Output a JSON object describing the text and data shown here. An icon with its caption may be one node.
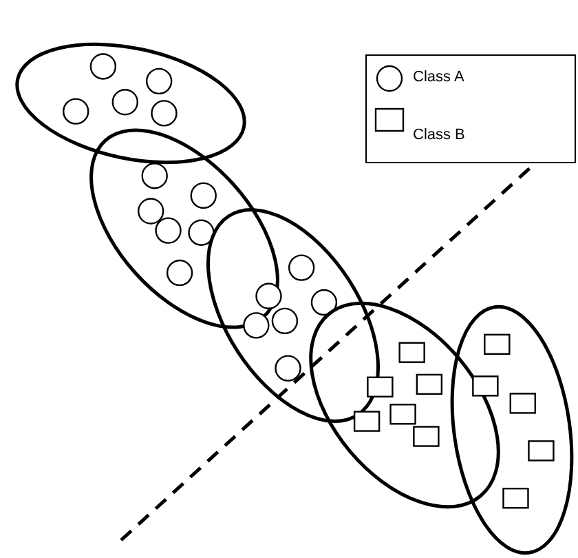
{
  "diagram": {
    "nodes": [
      {
        "text": [],
        "shape": "ellipse"
      },
      {
        "text": [],
        "shape": "circle",
        "in": 0
      },
      {
        "text": [],
        "shape": "circle",
        "in": 0
      },
      {
        "text": [],
        "shape": "circle",
        "in": 0
      },
      {
        "text": [],
        "shape": "circle",
        "in": 0
      },
      {
        "text": [],
        "shape": "circle",
        "in": 0
      },
      {
        "text": [],
        "shape": "ellipse"
      },
      {
        "text": [],
        "shape": "circle",
        "in": 6
      },
      {
        "text": [],
        "shape": "circle",
        "in": 6
      },
      {
        "text": [],
        "shape": "circle",
        "in": 6
      },
      {
        "text": [],
        "shape": "circle",
        "in": 6
      },
      {
        "text": [],
        "shape": "circle",
        "in": 6
      },
      {
        "text": [],
        "shape": "circle",
        "in": 6
      },
      {
        "text": [],
        "shape": "ellipse"
      },
      {
        "text": [],
        "shape": "circle",
        "in": 13
      },
      {
        "text": [],
        "shape": "circle",
        "in": 13
      },
      {
        "text": [],
        "shape": "circle",
        "in": 13
      },
      {
        "text": [],
        "shape": "circle",
        "in": 13
      },
      {
        "text": [],
        "shape": "circle",
        "in": 13
      },
      {
        "text": [],
        "shape": "circle",
        "in": 13
      },
      {
        "text": [],
        "shape": "ellipse"
      },
      {
        "text": [],
        "shape": "box",
        "in": 20
      },
      {
        "text": [],
        "shape": "box",
        "in": 20
      },
      {
        "text": [],
        "shape": "box",
        "in": 20
      },
      {
        "text": [],
        "shape": "box",
        "in": 20
      },
      {
        "text": [],
        "shape": "box",
        "in": 20
      },
      {
        "text": [],
        "shape": "box",
        "in": 20
      },
      {
        "text": [],
        "shape": "ellipse"
      },
      {
        "text": [],
        "shape": "box",
        "in": 27
      },
      {
        "text": [],
        "shape": "box",
        "in": 27
      },
      {
        "text": [],
        "shape": "box",
        "in": 27
      },
      {
        "text": [],
        "shape": "box",
        "in": 27
      },
      {
        "text": [],
        "shape": "box",
        "in": 27
      }
    ],
    "legend": [
      {
        "text": "Class A"
      },
      {
        "text": "Class B"
      }
    ]
  }
}
